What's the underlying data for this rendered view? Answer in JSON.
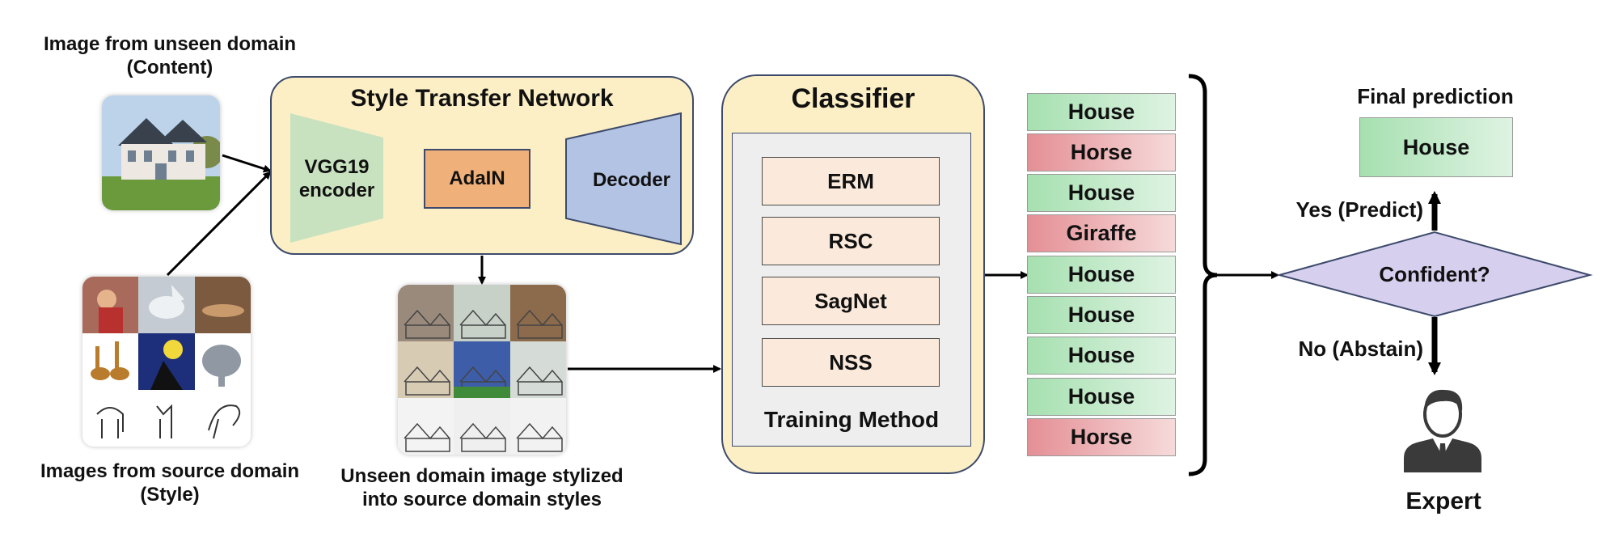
{
  "content_label": {
    "line1": "Image from unseen domain",
    "line2": "(Content)"
  },
  "style_label": {
    "line1": "Images from source domain",
    "line2": "(Style)"
  },
  "stylized_label": {
    "line1": "Unseen domain image stylized",
    "line2": "into source domain styles"
  },
  "style_transfer": {
    "title": "Style Transfer Network",
    "encoder_line1": "VGG19",
    "encoder_line2": "encoder",
    "adain": "AdaIN",
    "decoder": "Decoder"
  },
  "classifier": {
    "title": "Classifier",
    "methods": [
      "ERM",
      "RSC",
      "SagNet",
      "NSS"
    ],
    "footer": "Training Method"
  },
  "predictions": [
    {
      "label": "House",
      "status": "correct"
    },
    {
      "label": "Horse",
      "status": "wrong"
    },
    {
      "label": "House",
      "status": "correct"
    },
    {
      "label": "Giraffe",
      "status": "wrong"
    },
    {
      "label": "House",
      "status": "correct"
    },
    {
      "label": "House",
      "status": "correct"
    },
    {
      "label": "House",
      "status": "correct"
    },
    {
      "label": "House",
      "status": "correct"
    },
    {
      "label": "Horse",
      "status": "wrong"
    }
  ],
  "decision": {
    "label": "Confident?",
    "yes": "Yes (Predict)",
    "no": "No (Abstain)"
  },
  "final": {
    "title": "Final prediction",
    "value": "House"
  },
  "expert": {
    "label": "Expert"
  },
  "colors": {
    "style_panel": "#fcefc5",
    "encoder": "#c8e2bf",
    "adain": "#f0b07a",
    "decoder": "#b3c3e4",
    "classifier_panel": "#fcefc5",
    "method_box": "#fbeadb",
    "correct": "#a6e0b0",
    "wrong": "#e48f95",
    "diamond": "#d6d0ee"
  }
}
